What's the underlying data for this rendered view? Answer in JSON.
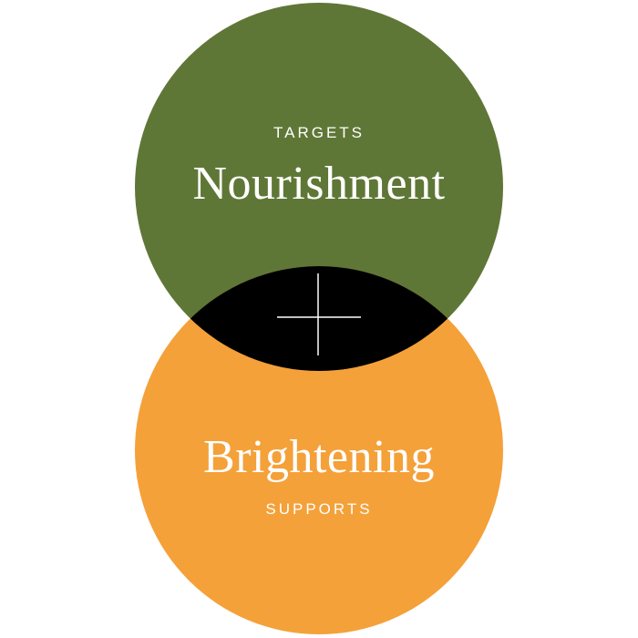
{
  "colors": {
    "background": "#ffffff",
    "top_circle": "#5f7736",
    "bottom_circle": "#f4a13a",
    "overlap": "#000000",
    "text": "#ffffff"
  },
  "top_circle": {
    "eyebrow": "TARGETS",
    "headline": "Nourishment"
  },
  "bottom_circle": {
    "headline": "Brightening",
    "eyebrow": "SUPPORTS"
  },
  "overlap": {
    "symbol": "plus-icon"
  }
}
